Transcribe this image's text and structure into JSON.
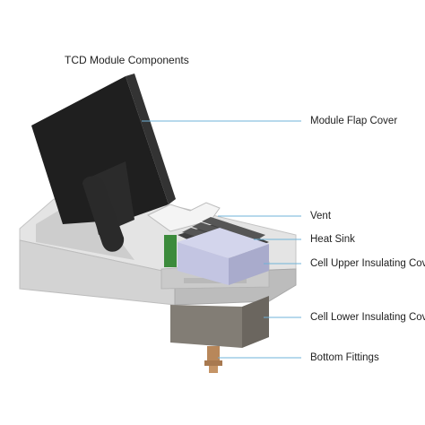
{
  "title": "TCD Module Components",
  "callouts": [
    {
      "id": "module-flap-cover",
      "label": "Module Flap Cover"
    },
    {
      "id": "vent",
      "label": "Vent"
    },
    {
      "id": "heat-sink",
      "label": "Heat Sink"
    },
    {
      "id": "cell-upper-insulating-cover",
      "label": "Cell Upper Insulating Cover"
    },
    {
      "id": "cell-lower-insulating-cover",
      "label": "Cell Lower Insulating Cover"
    },
    {
      "id": "bottom-fittings",
      "label": "Bottom Fittings"
    }
  ],
  "colors": {
    "leader_line": "#6fb3d9",
    "housing_light": "#e4e4e4",
    "housing_mid": "#cfcfcf",
    "housing_dark": "#b3b3b3",
    "flap": "#1f1f1f",
    "heat_sink": "#4a4a4a",
    "upper_cover": "#b7b9d8",
    "lower_cover": "#7d7870",
    "fitting": "#b8875a",
    "circuit_green": "#3c8b3c"
  }
}
